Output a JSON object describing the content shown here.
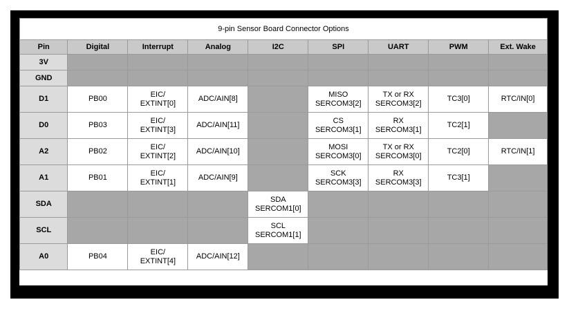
{
  "table": {
    "title": "9-pin Sensor Board Connector Options",
    "columns": [
      "Pin",
      "Digital",
      "Interrupt",
      "Analog",
      "I2C",
      "SPI",
      "UART",
      "PWM",
      "Ext. Wake"
    ],
    "colors": {
      "frame": "#000000",
      "header_bg": "#c9c9c9",
      "pin_col_bg": "#dcdcdc",
      "disabled_bg": "#a7a7a7",
      "cell_bg": "#ffffff",
      "grid_line": "#9a9a9a",
      "text": "#000000"
    },
    "rows": [
      {
        "pin": "3V",
        "height": "short",
        "cells": [
          {
            "available": false,
            "l1": "",
            "l2": ""
          },
          {
            "available": false,
            "l1": "",
            "l2": ""
          },
          {
            "available": false,
            "l1": "",
            "l2": ""
          },
          {
            "available": false,
            "l1": "",
            "l2": ""
          },
          {
            "available": false,
            "l1": "",
            "l2": ""
          },
          {
            "available": false,
            "l1": "",
            "l2": ""
          },
          {
            "available": false,
            "l1": "",
            "l2": ""
          },
          {
            "available": false,
            "l1": "",
            "l2": ""
          }
        ]
      },
      {
        "pin": "GND",
        "height": "short",
        "cells": [
          {
            "available": false,
            "l1": "",
            "l2": ""
          },
          {
            "available": false,
            "l1": "",
            "l2": ""
          },
          {
            "available": false,
            "l1": "",
            "l2": ""
          },
          {
            "available": false,
            "l1": "",
            "l2": ""
          },
          {
            "available": false,
            "l1": "",
            "l2": ""
          },
          {
            "available": false,
            "l1": "",
            "l2": ""
          },
          {
            "available": false,
            "l1": "",
            "l2": ""
          },
          {
            "available": false,
            "l1": "",
            "l2": ""
          }
        ]
      },
      {
        "pin": "D1",
        "height": "tall",
        "cells": [
          {
            "available": true,
            "l1": "PB00",
            "l2": ""
          },
          {
            "available": true,
            "l1": "EIC/",
            "l2": "EXTINT[0]"
          },
          {
            "available": true,
            "l1": "ADC/AIN[8]",
            "l2": ""
          },
          {
            "available": false,
            "l1": "",
            "l2": ""
          },
          {
            "available": true,
            "l1": "MISO",
            "l2": "SERCOM3[2]"
          },
          {
            "available": true,
            "l1": "TX or RX",
            "l2": "SERCOM3[2]"
          },
          {
            "available": true,
            "l1": "TC3[0]",
            "l2": ""
          },
          {
            "available": true,
            "l1": "RTC/IN[0]",
            "l2": ""
          }
        ]
      },
      {
        "pin": "D0",
        "height": "tall",
        "cells": [
          {
            "available": true,
            "l1": "PB03",
            "l2": ""
          },
          {
            "available": true,
            "l1": "EIC/",
            "l2": "EXTINT[3]"
          },
          {
            "available": true,
            "l1": "ADC/AIN[11]",
            "l2": ""
          },
          {
            "available": false,
            "l1": "",
            "l2": ""
          },
          {
            "available": true,
            "l1": "CS",
            "l2": "SERCOM3[1]"
          },
          {
            "available": true,
            "l1": "RX",
            "l2": "SERCOM3[1]"
          },
          {
            "available": true,
            "l1": "TC2[1]",
            "l2": ""
          },
          {
            "available": false,
            "l1": "",
            "l2": ""
          }
        ]
      },
      {
        "pin": "A2",
        "height": "tall",
        "cells": [
          {
            "available": true,
            "l1": "PB02",
            "l2": ""
          },
          {
            "available": true,
            "l1": "EIC/",
            "l2": "EXTINT[2]"
          },
          {
            "available": true,
            "l1": "ADC/AIN[10]",
            "l2": ""
          },
          {
            "available": false,
            "l1": "",
            "l2": ""
          },
          {
            "available": true,
            "l1": "MOSI",
            "l2": "SERCOM3[0]"
          },
          {
            "available": true,
            "l1": "TX or RX",
            "l2": "SERCOM3[0]"
          },
          {
            "available": true,
            "l1": "TC2[0]",
            "l2": ""
          },
          {
            "available": true,
            "l1": "RTC/IN[1]",
            "l2": ""
          }
        ]
      },
      {
        "pin": "A1",
        "height": "tall",
        "cells": [
          {
            "available": true,
            "l1": "PB01",
            "l2": ""
          },
          {
            "available": true,
            "l1": "EIC/",
            "l2": "EXTINT[1]"
          },
          {
            "available": true,
            "l1": "ADC/AIN[9]",
            "l2": ""
          },
          {
            "available": false,
            "l1": "",
            "l2": ""
          },
          {
            "available": true,
            "l1": "SCK",
            "l2": "SERCOM3[3]"
          },
          {
            "available": true,
            "l1": "RX",
            "l2": "SERCOM3[3]"
          },
          {
            "available": true,
            "l1": "TC3[1]",
            "l2": ""
          },
          {
            "available": false,
            "l1": "",
            "l2": ""
          }
        ]
      },
      {
        "pin": "SDA",
        "height": "tall",
        "cells": [
          {
            "available": false,
            "l1": "",
            "l2": ""
          },
          {
            "available": false,
            "l1": "",
            "l2": ""
          },
          {
            "available": false,
            "l1": "",
            "l2": ""
          },
          {
            "available": true,
            "l1": "SDA",
            "l2": "SERCOM1[0]"
          },
          {
            "available": false,
            "l1": "",
            "l2": ""
          },
          {
            "available": false,
            "l1": "",
            "l2": ""
          },
          {
            "available": false,
            "l1": "",
            "l2": ""
          },
          {
            "available": false,
            "l1": "",
            "l2": ""
          }
        ]
      },
      {
        "pin": "SCL",
        "height": "tall",
        "cells": [
          {
            "available": false,
            "l1": "",
            "l2": ""
          },
          {
            "available": false,
            "l1": "",
            "l2": ""
          },
          {
            "available": false,
            "l1": "",
            "l2": ""
          },
          {
            "available": true,
            "l1": "SCL",
            "l2": "SERCOM1[1]"
          },
          {
            "available": false,
            "l1": "",
            "l2": ""
          },
          {
            "available": false,
            "l1": "",
            "l2": ""
          },
          {
            "available": false,
            "l1": "",
            "l2": ""
          },
          {
            "available": false,
            "l1": "",
            "l2": ""
          }
        ]
      },
      {
        "pin": "A0",
        "height": "tall",
        "cells": [
          {
            "available": true,
            "l1": "PB04",
            "l2": ""
          },
          {
            "available": true,
            "l1": "EIC/",
            "l2": "EXTINT[4]"
          },
          {
            "available": true,
            "l1": "ADC/AIN[12]",
            "l2": ""
          },
          {
            "available": false,
            "l1": "",
            "l2": ""
          },
          {
            "available": false,
            "l1": "",
            "l2": ""
          },
          {
            "available": false,
            "l1": "",
            "l2": ""
          },
          {
            "available": false,
            "l1": "",
            "l2": ""
          },
          {
            "available": false,
            "l1": "",
            "l2": ""
          }
        ]
      }
    ]
  }
}
